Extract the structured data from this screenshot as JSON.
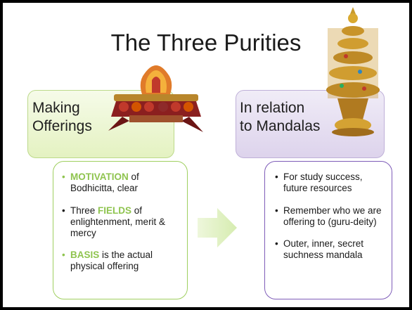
{
  "slide": {
    "title": "The Three Purities"
  },
  "left": {
    "header_line1": "Making",
    "header_line2": "Offerings",
    "bullets": [
      {
        "keyword": "MOTIVATION",
        "before": "",
        "after": " of Bodhicitta, clear"
      },
      {
        "keyword": "FIELDS",
        "before": "Three ",
        "after": " of enlightenment, merit & mercy"
      },
      {
        "keyword": "BASIS",
        "before": "",
        "after": " is the actual physical offering"
      }
    ]
  },
  "right": {
    "header_line1": "In relation",
    "header_line2": "to Mandalas",
    "bullets": [
      "For study success, future resources",
      "Remember who we are offering to (guru-deity)",
      "Outer, inner, secret suchness mandala"
    ]
  },
  "colors": {
    "accent_green": "#8fc44f",
    "box_purple_border": "#7e5cb8",
    "header_green_bg": "#e4f2c1",
    "header_purple_bg": "#ddd3ec"
  },
  "icons": {
    "left_image": "offering-altar-image",
    "right_image": "golden-mandala-image",
    "arrow": "right-arrow-icon"
  }
}
